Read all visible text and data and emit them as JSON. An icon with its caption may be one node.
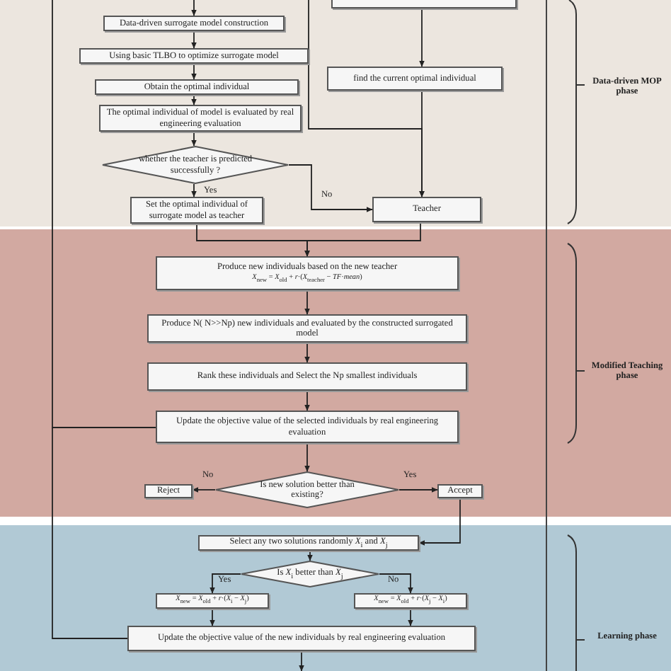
{
  "diagram": {
    "nodes": [
      {
        "text": [
          "Data-driven surrogate model construction"
        ]
      },
      {
        "text": [
          "Using basic TLBO to optimize surrogate model"
        ]
      },
      {
        "text": [
          "Obtain the optimal individual"
        ]
      },
      {
        "text": [
          "The optimal individual of model is evaluated by real engineering evaluation"
        ]
      },
      {
        "text": [
          "whether the teacher is predicted successfully ?"
        ]
      },
      {
        "text": [
          "Set the optimal individual of surrogate model as teacher"
        ]
      },
      {
        "text": [],
        "shape": "box"
      },
      {
        "text": [
          "find the current optimal individual"
        ]
      },
      {
        "text": [
          "Teacher"
        ]
      },
      {
        "text": [
          "Produce new individuals based on the new teacher",
          "*X*$_{new}$ = *X*$_{old}$ + *r*·(*X*$_{teacher}$ − *TF*·*mean*)"
        ]
      },
      {
        "text": [
          "Produce N( N>>Np) new individuals and evaluated by the constructed surrogated model"
        ]
      },
      {
        "text": [
          "Rank these individuals and Select the Np smallest individuals"
        ]
      },
      {
        "text": [
          "Update the objective value of the selected individuals by real engineering evaluation"
        ]
      },
      {
        "text": [
          "Reject"
        ]
      },
      {
        "text": [
          "Is new solution better than existing?"
        ]
      },
      {
        "text": [
          "Accept"
        ]
      },
      {
        "text": [
          "Select any two solutions randomly *X*$_{i}$ and *X*$_{j}$"
        ]
      },
      {
        "text": [
          "Is *X*$_{i}$ better than *X*$_{j}$"
        ]
      },
      {
        "text": [
          "*X*$_{new}$ = *X*$_{old}$ + *r*·(*X*$_{i}$ − *X*$_{j}$)"
        ]
      },
      {
        "text": [
          "*X*$_{new}$ = *X*$_{old}$ + *r*·(*X*$_{j}$ − *X*$_{i}$)"
        ]
      },
      {
        "text": [
          "Update the objective value of the new individuals by real engineering evaluation"
        ]
      }
    ],
    "edges": [
      {
        "from": null,
        "to": 0,
        "arrow": "to"
      },
      {
        "from": 0,
        "to": 1,
        "arrow": "to"
      },
      {
        "from": 1,
        "to": 2,
        "arrow": "to"
      },
      {
        "from": 2,
        "to": 3,
        "arrow": "to"
      },
      {
        "from": 3,
        "to": 4,
        "arrow": "to"
      },
      {
        "from": 4,
        "to": 5,
        "arrow": "to",
        "label": "Yes"
      },
      {
        "from": 4,
        "to": 8,
        "arrow": "to",
        "label": "No"
      },
      {
        "from": 6,
        "to": 7,
        "arrow": "to"
      },
      {
        "from": 7,
        "to": 8,
        "arrow": "to"
      },
      {
        "from": null,
        "to": 8,
        "arrow": "to"
      },
      {
        "from": 5,
        "to": 9,
        "arrow": "to"
      },
      {
        "from": 8,
        "to": 9,
        "arrow": "to"
      },
      {
        "from": 9,
        "to": 10,
        "arrow": "to"
      },
      {
        "from": 10,
        "to": 11,
        "arrow": "to"
      },
      {
        "from": 11,
        "to": 12,
        "arrow": "to"
      },
      {
        "from": 12,
        "to": 14,
        "arrow": "to"
      },
      {
        "from": 14,
        "to": 13,
        "arrow": "to",
        "label": "No"
      },
      {
        "from": 14,
        "to": 15,
        "arrow": "to",
        "label": "Yes"
      },
      {
        "from": 15,
        "to": 16,
        "arrow": "to"
      },
      {
        "from": 16,
        "to": 17,
        "arrow": "to"
      },
      {
        "from": 17,
        "to": 18,
        "arrow": "to",
        "label": "Yes"
      },
      {
        "from": 17,
        "to": 19,
        "arrow": "to",
        "label": "No"
      },
      {
        "from": 18,
        "to": 20,
        "arrow": "to"
      },
      {
        "from": 19,
        "to": 20,
        "arrow": "to"
      },
      {
        "from": 20,
        "to": null,
        "arrow": "to"
      },
      {
        "from": 12,
        "to": null,
        "arrow": "none"
      },
      {
        "from": 20,
        "to": null,
        "arrow": "none"
      }
    ],
    "labels": [
      "Data-driven MOP phase",
      "Modified Teaching phase",
      "Learning phase"
    ]
  }
}
